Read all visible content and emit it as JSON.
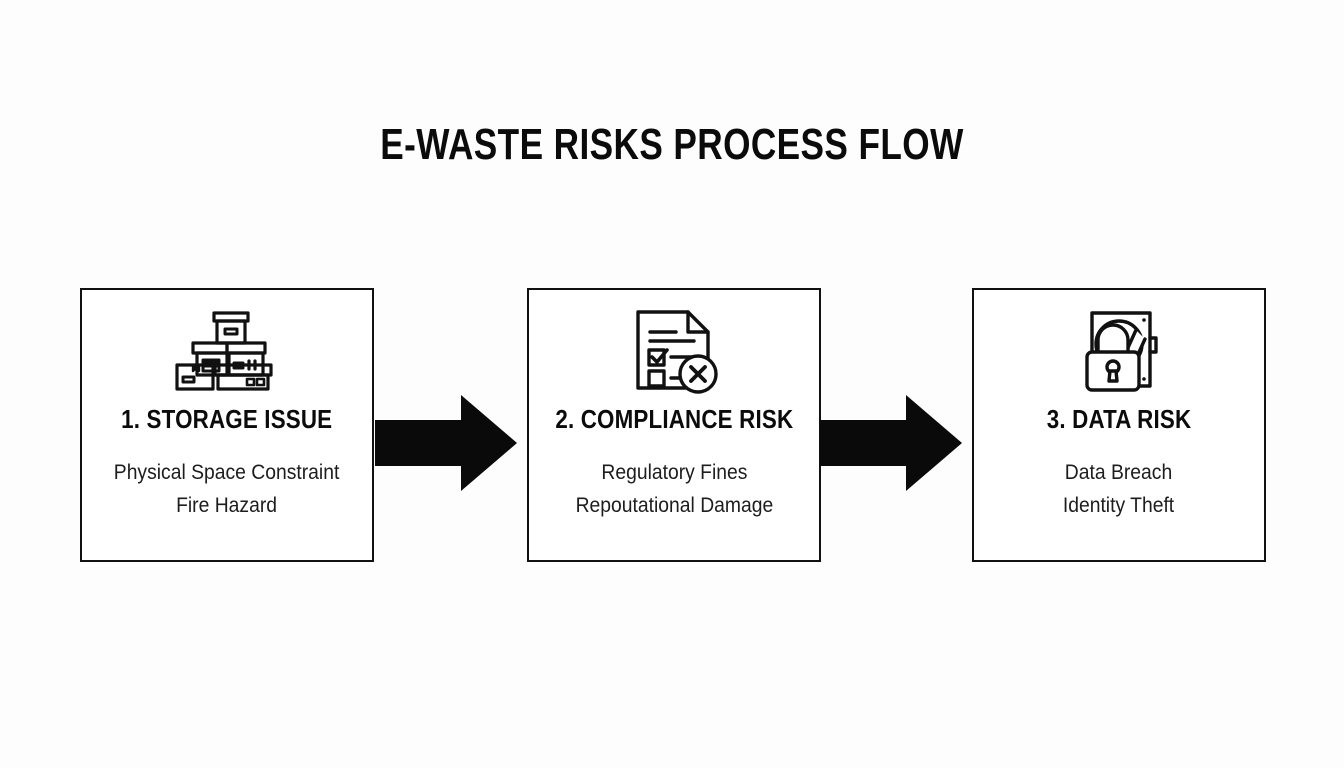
{
  "page": {
    "title": "E-WASTE RISKS PROCESS FLOW",
    "background_color": "#fdfdfd",
    "ink_color": "#0b0b0b"
  },
  "flow": {
    "steps": [
      {
        "number": "1.",
        "heading": "1. STORAGE ISSUE",
        "icon": "stacked-boxes-icon",
        "details": [
          "Physical Space Constraint",
          "Fire Hazard"
        ]
      },
      {
        "number": "2.",
        "heading": "2. COMPLIANCE RISK",
        "icon": "checklist-document-error-icon",
        "details": [
          "Regulatory Fines",
          "Repoutational Damage"
        ]
      },
      {
        "number": "3.",
        "heading": "3. DATA RISK",
        "icon": "padlock-harddrive-icon",
        "details": [
          "Data Breach",
          "Identity Theft"
        ]
      }
    ],
    "connectors": [
      {
        "icon": "right-arrow-icon",
        "from": "1. STORAGE ISSUE",
        "to": "2. COMPLIANCE RISK"
      },
      {
        "icon": "right-arrow-icon",
        "from": "2. COMPLIANCE RISK",
        "to": "3. DATA RISK"
      }
    ]
  }
}
